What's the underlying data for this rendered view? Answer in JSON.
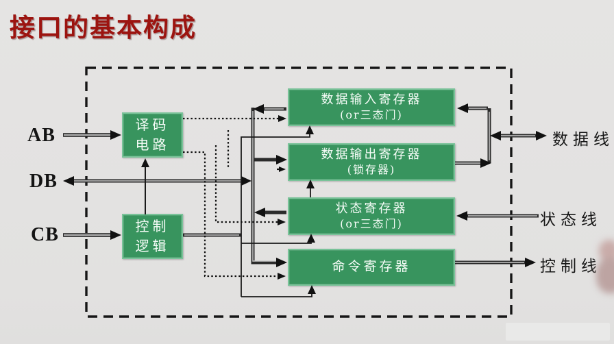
{
  "slide": {
    "title": "接口的基本构成"
  },
  "colors": {
    "background": "#e3e2e1",
    "title_red": "#9c1410",
    "register_green": "#38945e",
    "register_border_green": "#79c399",
    "register_text": "#f5fcf7",
    "line_black": "#1a1a1a"
  },
  "cpu_buses": [
    {
      "label": "AB"
    },
    {
      "label": "DB"
    },
    {
      "label": "CB"
    }
  ],
  "inner_blocks": [
    {
      "lines": [
        "译码",
        "电路"
      ]
    },
    {
      "lines": [
        "控制",
        "逻辑"
      ]
    }
  ],
  "registers": [
    {
      "lines": [
        "数据输入寄存器",
        "(or三态门)"
      ]
    },
    {
      "lines": [
        "数据输出寄存器",
        "(锁存器)"
      ]
    },
    {
      "lines": [
        "状态寄存器",
        "(or三态门)"
      ]
    },
    {
      "lines": [
        "命令寄存器"
      ]
    }
  ],
  "external_lines": [
    {
      "label": "数据线"
    },
    {
      "label": "状态线"
    },
    {
      "label": "控制线"
    }
  ]
}
